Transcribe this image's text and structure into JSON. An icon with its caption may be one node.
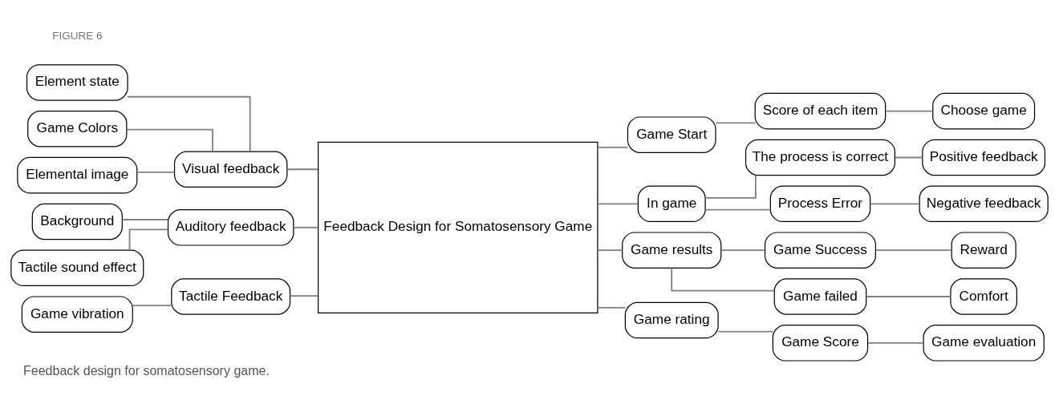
{
  "diagram": {
    "caption": "Feedback design for somatosensory game.",
    "nodes": [
      {
        "text": [
          "Feedback Design for Somatosensory Game"
        ]
      },
      {
        "text": [
          "Visual feedback"
        ]
      },
      {
        "text": [
          "Element state"
        ]
      },
      {
        "text": [
          "Game Colors"
        ]
      },
      {
        "text": [
          "Elemental image"
        ]
      },
      {
        "text": [
          "Auditory feedback"
        ]
      },
      {
        "text": [
          "Background"
        ]
      },
      {
        "text": [
          "Tactile sound effect"
        ]
      },
      {
        "text": [
          "Tactile Feedback"
        ]
      },
      {
        "text": [
          "Game vibration"
        ]
      },
      {
        "text": [
          "Game Start"
        ]
      },
      {
        "text": [
          "Score of each item"
        ]
      },
      {
        "text": [
          "Choose game"
        ]
      },
      {
        "text": [
          "In game"
        ]
      },
      {
        "text": [
          "The process is correct"
        ]
      },
      {
        "text": [
          "Positive feedback"
        ]
      },
      {
        "text": [
          "Process Error"
        ]
      },
      {
        "text": [
          "Negative feedback"
        ]
      },
      {
        "text": [
          "Game results"
        ]
      },
      {
        "text": [
          "Game Success"
        ]
      },
      {
        "text": [
          "Reward"
        ]
      },
      {
        "text": [
          "Game failed"
        ]
      },
      {
        "text": [
          "Comfort"
        ]
      },
      {
        "text": [
          "Game rating"
        ]
      },
      {
        "text": [
          "Game Score"
        ]
      },
      {
        "text": [
          "Game evaluation"
        ]
      }
    ],
    "edges": [
      {
        "from": 2,
        "to": 1,
        "arrow": "none"
      },
      {
        "from": 3,
        "to": 1,
        "arrow": "none"
      },
      {
        "from": 4,
        "to": 1,
        "arrow": "none"
      },
      {
        "from": 6,
        "to": 5,
        "arrow": "none"
      },
      {
        "from": 7,
        "to": 5,
        "arrow": "none"
      },
      {
        "from": 9,
        "to": 8,
        "arrow": "none"
      },
      {
        "from": 1,
        "to": 0,
        "arrow": "none"
      },
      {
        "from": 5,
        "to": 0,
        "arrow": "none"
      },
      {
        "from": 8,
        "to": 0,
        "arrow": "none"
      },
      {
        "from": 0,
        "to": 10,
        "arrow": "none"
      },
      {
        "from": 0,
        "to": 13,
        "arrow": "none"
      },
      {
        "from": 0,
        "to": 18,
        "arrow": "none"
      },
      {
        "from": 0,
        "to": 23,
        "arrow": "none"
      },
      {
        "from": 10,
        "to": 11,
        "arrow": "none"
      },
      {
        "from": 11,
        "to": 12,
        "arrow": "none"
      },
      {
        "from": 13,
        "to": 14,
        "arrow": "none"
      },
      {
        "from": 13,
        "to": 16,
        "arrow": "none"
      },
      {
        "from": 14,
        "to": 15,
        "arrow": "none"
      },
      {
        "from": 16,
        "to": 17,
        "arrow": "none"
      },
      {
        "from": 18,
        "to": 19,
        "arrow": "none"
      },
      {
        "from": 18,
        "to": 21,
        "arrow": "none"
      },
      {
        "from": 19,
        "to": 20,
        "arrow": "none"
      },
      {
        "from": 21,
        "to": 22,
        "arrow": "none"
      },
      {
        "from": 23,
        "to": 24,
        "arrow": "none"
      },
      {
        "from": 24,
        "to": 25,
        "arrow": "none"
      }
    ],
    "labels": [
      "FIGURE 6"
    ]
  }
}
